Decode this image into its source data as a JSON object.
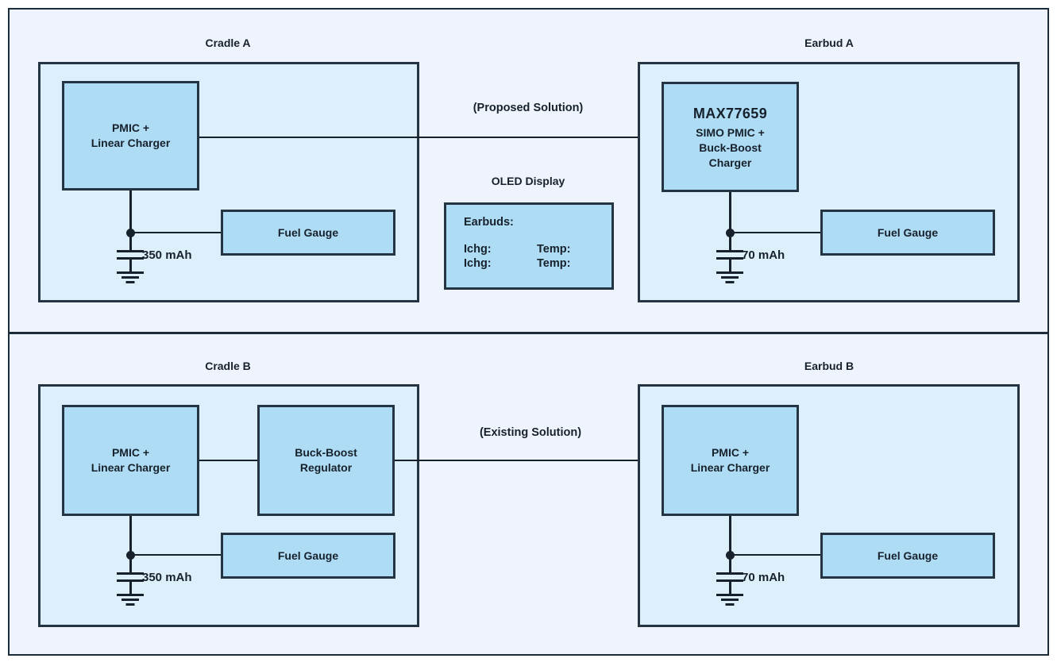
{
  "diagram": {
    "title_hidden": "",
    "colors": {
      "page_background": "#ffffff",
      "frame_background": "#eff4fc",
      "panel_fill": "#dceffb",
      "block_fill": "#aedcf5",
      "stroke": "#243443",
      "text": "#17212c"
    }
  },
  "top_row": {
    "cradle": {
      "title": "Cradle A",
      "pmic": {
        "line1": "PMIC +",
        "line2": "Linear Charger"
      },
      "fuel_gauge": "Fuel Gauge",
      "battery_capacity": "350 mAh"
    },
    "connection": {
      "label": "(Proposed Solution)",
      "arrow": "arrow-right"
    },
    "oled": {
      "title": "OLED Display",
      "header": "Earbuds:",
      "rows": [
        {
          "current": "Ichg:",
          "temperature": "Temp:"
        },
        {
          "current": "Ichg:",
          "temperature": "Temp:"
        }
      ]
    },
    "earbud": {
      "title": "Earbud A",
      "chip": {
        "part_number": "MAX77659",
        "desc_line1": "SIMO PMIC +",
        "desc_line2": "Buck-Boost",
        "desc_line3": "Charger"
      },
      "fuel_gauge": "Fuel Gauge",
      "battery_capacity": "70 mAh"
    }
  },
  "bottom_row": {
    "cradle": {
      "title": "Cradle B",
      "pmic": {
        "line1": "PMIC +",
        "line2": "Linear Charger"
      },
      "regulator": {
        "line1": "Buck-Boost",
        "line2": "Regulator"
      },
      "fuel_gauge": "Fuel Gauge",
      "battery_capacity": "350 mAh"
    },
    "connection": {
      "label": "(Existing Solution)",
      "arrow": "arrow-right"
    },
    "earbud": {
      "title": "Earbud B",
      "pmic": {
        "line1": "PMIC +",
        "line2": "Linear Charger"
      },
      "fuel_gauge": "Fuel Gauge",
      "battery_capacity": "70 mAh"
    }
  }
}
